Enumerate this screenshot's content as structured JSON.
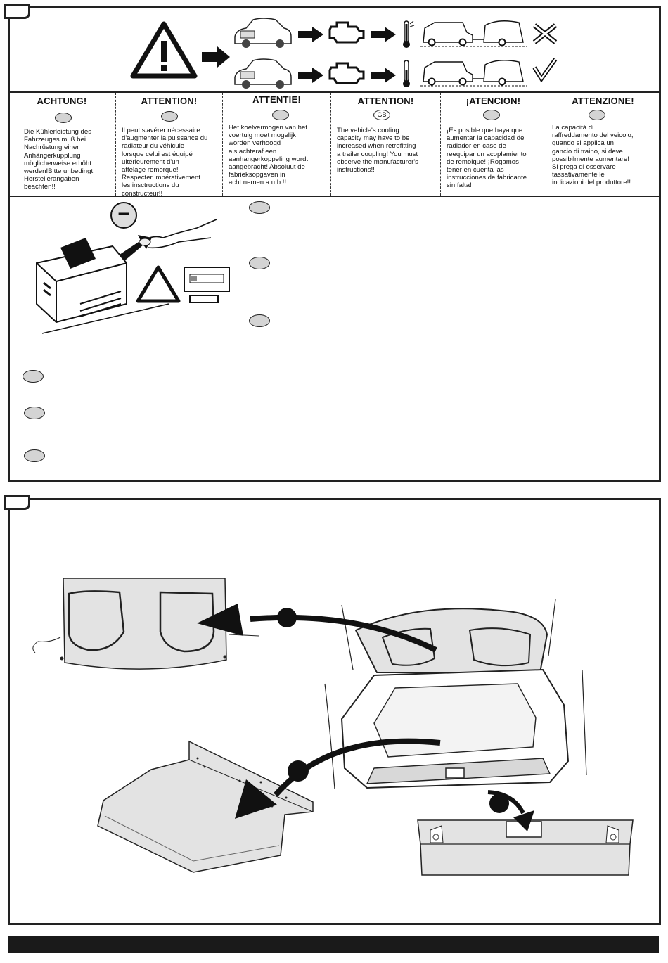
{
  "warnings": [
    {
      "title": "ACHTUNG!",
      "code": "",
      "text": "Die Kühlerleistung des\nFahrzeuges muß bei\nNachrüstung einer\nAnhängerkupplung\nmöglicherweise erhöht\nwerden!Bitte unbedingt\nHerstellerangaben\nbeachten!!"
    },
    {
      "title": "ATTENTION!",
      "code": "",
      "text": "Il peut s'avérer nécessaire\nd'augmenter la puissance du\nradiateur du véhicule\nlorsque celui est équipé\nultérieurement d'un\nattelage remorque!\nRespecter impérativement\nles insctructions du\nconstructeur!!"
    },
    {
      "title": "ATTENTIE!",
      "code": "",
      "text": "Het koelvermogen van het\nvoertuig moet mogelijk\nworden verhoogd\nals achteraf een\naanhangerkoppeling wordt\naangebracht! Absoluut de\nfabrieksopgaven in\nacht nemen a.u.b.!!"
    },
    {
      "title": "ATTENTION!",
      "code": "GB",
      "text": "The vehicle's cooling\ncapacity may have to be\nincreased when retrofitting\na trailer coupling! You must\nobserve the manufacturer's\ninstructions!!"
    },
    {
      "title": "¡ATENCION!",
      "code": "",
      "text": "¡Es posible que haya que\naumentar la capacidad del\nradiador en caso de\nreequipar un acoplamiento\nde remolque! ¡Rogamos\ntener en cuenta las\ninstrucciones de fabricante\nsin falta!"
    },
    {
      "title": "ATTENZIONE!",
      "code": "",
      "text": "La capacità di\nraffreddamento del veicolo,\nquando si applica un\ngancio di traino, si deve\npossibilmente aumentare!\nSi prega di osservare\ntassativamente le\nindicazioni del produttore!!"
    }
  ],
  "battery": {
    "minus_symbol": "−"
  },
  "colors": {
    "border": "#222222",
    "oval_fill": "#d4d4d4",
    "bar": "#1a1a1a"
  }
}
